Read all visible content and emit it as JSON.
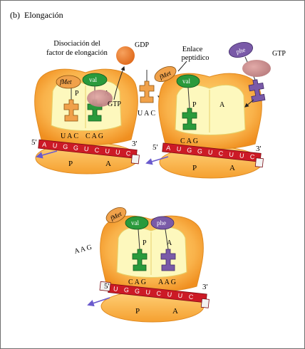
{
  "figure": {
    "panel_label": "(b)",
    "title": "Elongación"
  },
  "annotations": {
    "dissociation_line1": "Disociación del",
    "dissociation_line2": "factor de elongación",
    "gdp": "GDP",
    "gtp_bound": "GTP",
    "gtp_free": "GTP",
    "peptide_line1": "Enlace",
    "peptide_line2": "peptídico",
    "released_anticodon": "A A G"
  },
  "amino_acids": {
    "fmet": "fMet",
    "val": "val",
    "phe": "phe"
  },
  "anticodons": {
    "fmet": "U A C",
    "val": "C A G",
    "phe": "A A G"
  },
  "ribosome_sites": {
    "p": "P",
    "a": "A"
  },
  "mrna": {
    "codons": [
      "A",
      "U",
      "G",
      "G",
      "U",
      "C",
      "U",
      "U",
      "C"
    ],
    "shifted_codons": [
      "U",
      "G",
      "G",
      "U",
      "C",
      "U",
      "U",
      "C"
    ],
    "five_prime": "5'",
    "three_prime": "3'"
  },
  "colors": {
    "ribosome_outer": "#f5a638",
    "ribosome_inner": "#fdf8bd",
    "mrna": "#cc1a26",
    "fmet_trna": "#f0a14a",
    "val_trna": "#2a9a3c",
    "phe_trna": "#7a5aa8",
    "ef_factor": "#c98c8c",
    "gdp_ball": "#ec7d2c",
    "arrow": "#6a5acd"
  }
}
